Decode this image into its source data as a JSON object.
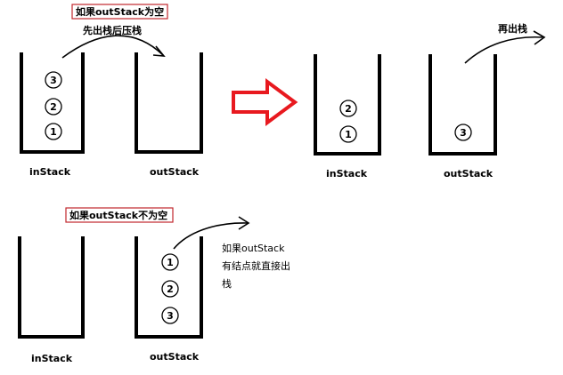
{
  "scenario1": {
    "title": "如果outStack为空",
    "move_label": "先出栈后压栈",
    "pop_label": "再出栈",
    "before": {
      "instack_label": "inStack",
      "outstack_label": "outStack",
      "instack_nodes": [
        "3",
        "2",
        "1"
      ]
    },
    "after": {
      "instack_label": "inStack",
      "outstack_label": "outStack",
      "instack_nodes": [
        "2",
        "1"
      ],
      "outstack_nodes": [
        "3"
      ]
    }
  },
  "scenario2": {
    "title": "如果outStack不为空",
    "instack_label": "inStack",
    "outstack_label": "outStack",
    "outstack_nodes": [
      "1",
      "2",
      "3"
    ],
    "note_lines": [
      "如果outStack",
      "有结点就直接出",
      "栈"
    ]
  },
  "colors": {
    "arrow": "#e8191f",
    "title_border": "#c0272d",
    "ink": "#000000"
  }
}
